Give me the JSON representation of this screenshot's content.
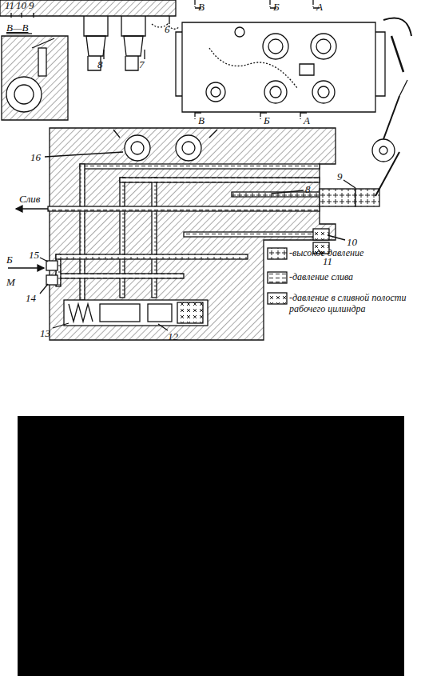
{
  "diagram": {
    "labels": [
      "11",
      "10",
      "9",
      "8",
      "7",
      "6",
      "В—В",
      "В",
      "Б",
      "А",
      "В",
      "Б",
      "А",
      "16",
      "8",
      "9",
      "Слив",
      "10",
      "11",
      "15",
      "Б",
      "М",
      "14",
      "13",
      "12"
    ],
    "legend": [
      {
        "text": "-высокое давление"
      },
      {
        "text": "-давление слива"
      },
      {
        "text": "-давление в сливной полости рабочего цилиндра"
      }
    ]
  }
}
